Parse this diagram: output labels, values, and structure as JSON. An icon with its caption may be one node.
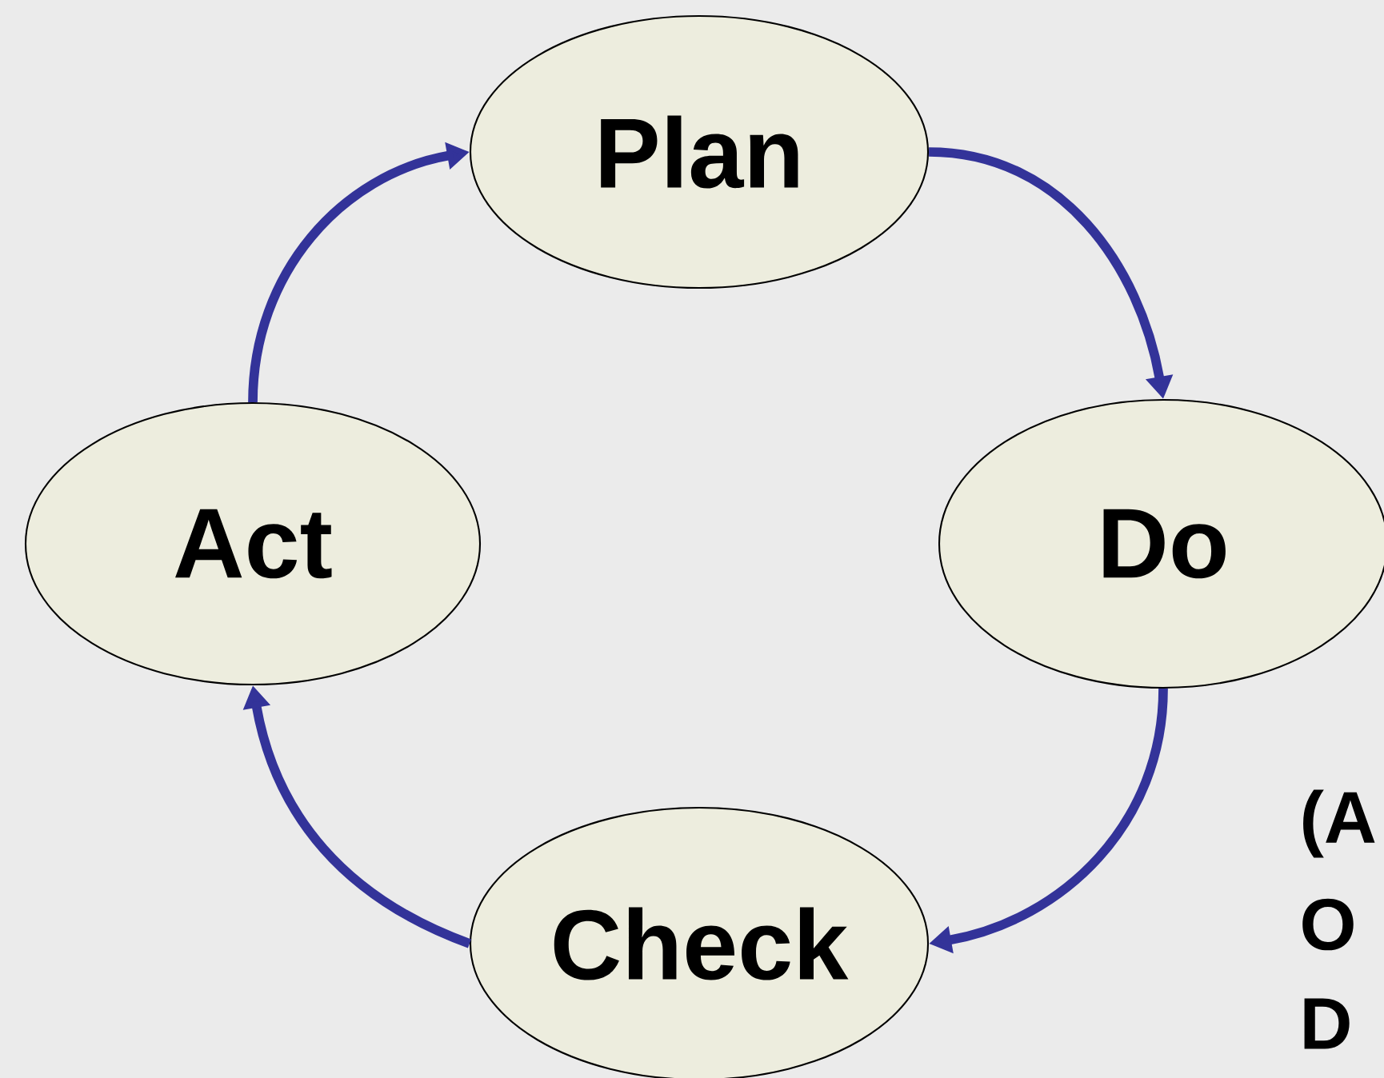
{
  "diagram": {
    "nodes": [
      {
        "text": [
          "Plan"
        ]
      },
      {
        "text": [
          "Do"
        ]
      },
      {
        "text": [
          "Check"
        ]
      },
      {
        "text": [
          "Act"
        ]
      }
    ],
    "edges": [
      {
        "from": 0,
        "to": 1,
        "arrow": "to"
      },
      {
        "from": 1,
        "to": 2,
        "arrow": "to"
      },
      {
        "from": 2,
        "to": 3,
        "arrow": "to"
      },
      {
        "from": 3,
        "to": 0,
        "arrow": "to"
      }
    ],
    "labels": [
      "(A",
      "O",
      "D"
    ]
  }
}
